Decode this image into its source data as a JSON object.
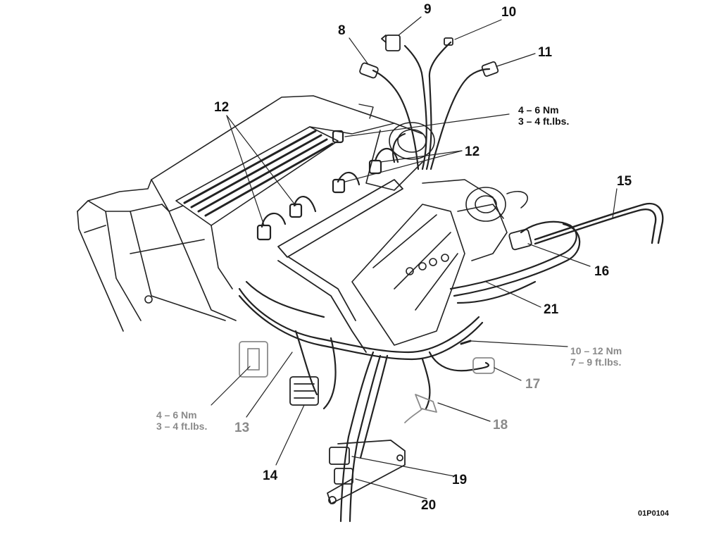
{
  "diagram": {
    "callouts": [
      {
        "id": "8",
        "label": "8"
      },
      {
        "id": "9",
        "label": "9"
      },
      {
        "id": "10",
        "label": "10"
      },
      {
        "id": "11",
        "label": "11"
      },
      {
        "id": "12a",
        "label": "12"
      },
      {
        "id": "12b",
        "label": "12"
      },
      {
        "id": "13",
        "label": "13"
      },
      {
        "id": "14",
        "label": "14"
      },
      {
        "id": "15",
        "label": "15"
      },
      {
        "id": "16",
        "label": "16"
      },
      {
        "id": "17",
        "label": "17"
      },
      {
        "id": "18",
        "label": "18"
      },
      {
        "id": "19",
        "label": "19"
      },
      {
        "id": "20",
        "label": "20"
      },
      {
        "id": "21",
        "label": "21"
      }
    ],
    "torque_specs": [
      {
        "id": "spark-plug",
        "metric": "4 – 6 Nm",
        "imperial": "3 – 4 ft.lbs."
      },
      {
        "id": "ground-bolt",
        "metric": "10 – 12 Nm",
        "imperial": "7 – 9 ft.lbs."
      },
      {
        "id": "sensor",
        "metric": "4 – 6 Nm",
        "imperial": "3 – 4 ft.lbs."
      }
    ],
    "reference_code": "01P0104",
    "colors": {
      "line": "#222222",
      "faded": "#8a8a8a",
      "background": "#ffffff"
    }
  }
}
